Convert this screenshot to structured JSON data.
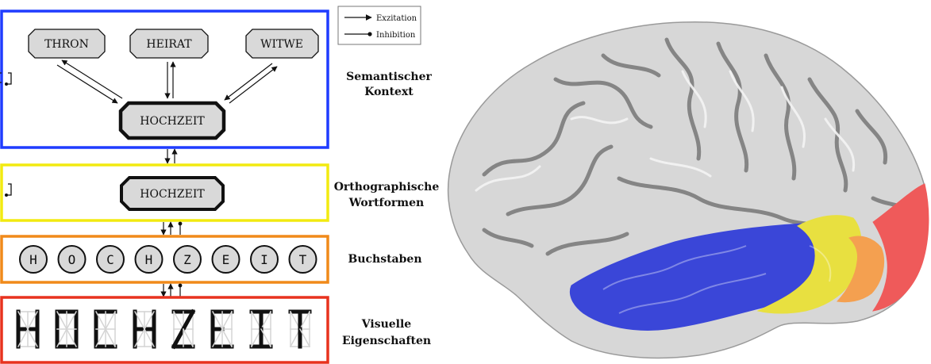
{
  "legend": {
    "excitation": "Exzitation",
    "inhibition": "Inhibition"
  },
  "semantic": {
    "nodes": [
      "THRON",
      "HEIRAT",
      "WITWE"
    ],
    "center": "HOCHZEIT",
    "label_line1": "Semantischer",
    "label_line2": "Kontext",
    "color": "#1f3cff"
  },
  "orthographic": {
    "word": "HOCHZEIT",
    "label_line1": "Orthographische",
    "label_line2": "Wortformen",
    "color": "#f2ea10"
  },
  "letters": {
    "items": [
      "H",
      "O",
      "C",
      "H",
      "Z",
      "E",
      "I",
      "T"
    ],
    "label": "Buchstaben",
    "color": "#f08a1a"
  },
  "visual": {
    "word": "HOCHZEIT",
    "label_line1": "Visuelle",
    "label_line2": "Eigenschaften",
    "color": "#e8321e"
  },
  "brain": {
    "region_colors": [
      "#3a46d8",
      "#e8e040",
      "#f4a050",
      "#ef5a5a"
    ]
  }
}
